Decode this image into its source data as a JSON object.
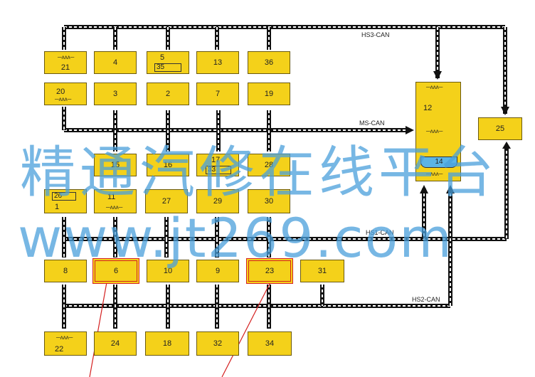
{
  "buses": {
    "hs3": "HS3-CAN",
    "ms": "MS-CAN",
    "hs1": "HS1-CAN",
    "hs2": "HS2-CAN"
  },
  "modules": {
    "m21": "21",
    "m4": "4",
    "m5": "5",
    "m35": "35",
    "m13": "13",
    "m36": "36",
    "m20": "20",
    "m3": "3",
    "m2": "2",
    "m7": "7",
    "m19": "19",
    "m12": "12",
    "m14": "14",
    "m25": "25",
    "m15": "15",
    "m16": "16",
    "m17": "17",
    "m33": "33",
    "m28": "28",
    "m26": "26",
    "m1": "1",
    "m11": "11",
    "m27": "27",
    "m29": "29",
    "m30": "30",
    "m8": "8",
    "m6": "6",
    "m10": "10",
    "m9": "9",
    "m23": "23",
    "m31": "31",
    "m22": "22",
    "m24": "24",
    "m18": "18",
    "m32": "32",
    "m34": "34"
  },
  "watermark": {
    "line1": "精通汽修在线平台",
    "line2": "www.jt269.com"
  },
  "colors": {
    "module_fill": "#f4d11a",
    "bus": "#111111",
    "highlight": "#d42020",
    "watermark": "#4aa0dc",
    "module_14_fill": "#5bb4e6"
  }
}
